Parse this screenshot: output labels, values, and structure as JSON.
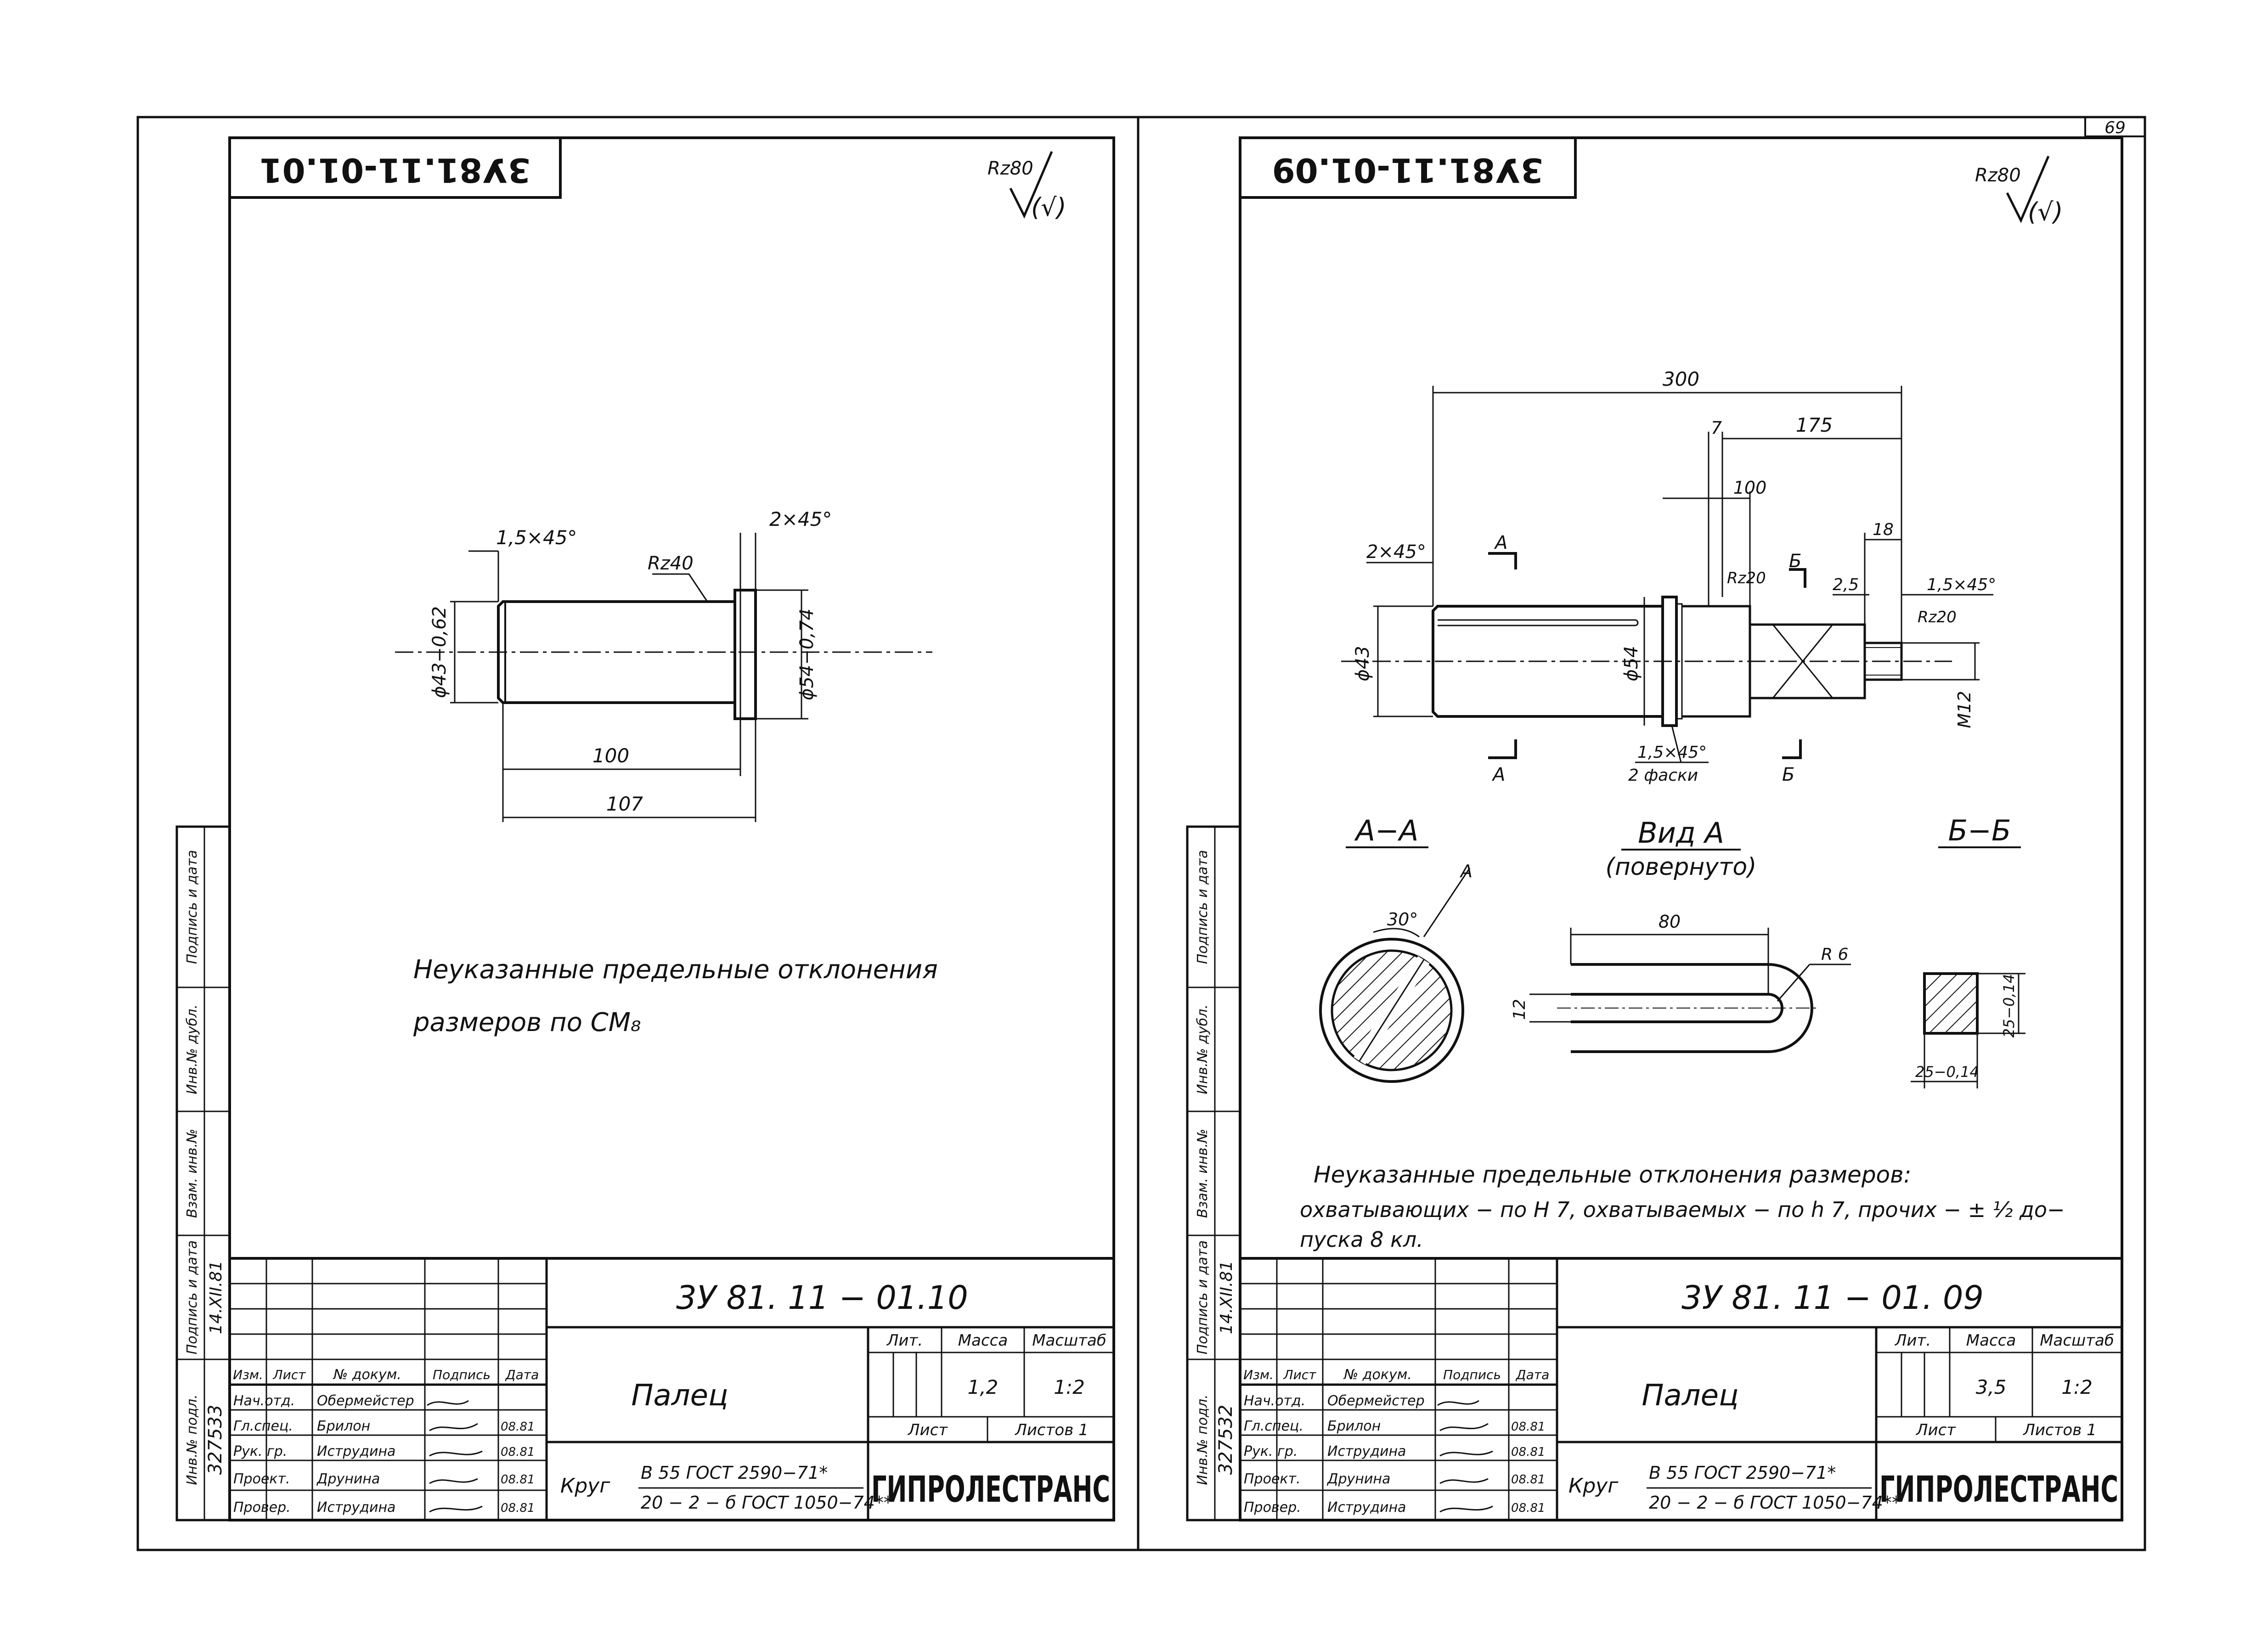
{
  "page_number": "69",
  "left_sheet": {
    "rotated_code": "3У81.11-01.01",
    "roughness_main": "Rz80",
    "roughness_paren": "(√)",
    "dim_chamfer_left": "1,5×45°",
    "dim_chamfer_right": "2×45°",
    "roughness_local": "Rz40",
    "dim_diam_small": "ϕ43−0,62",
    "dim_diam_big": "ϕ54−0,74",
    "dim_len_100": "100",
    "dim_len_107": "107",
    "note_line1": "Неуказанные   предельные   отклонения",
    "note_line2": "размеров   по   СМ₈",
    "drawing_number": "3У 81. 11 − 01.10",
    "part_name": "Палец",
    "mass": "1,2",
    "scale": "1:2",
    "material_prefix": "Круг",
    "material_line1": "В 55 ГОСТ 2590−71*",
    "material_line2": "20 − 2 − б ГОСТ 1050−74**",
    "archive_number": "327533",
    "archive_date": "14.XII.81"
  },
  "right_sheet": {
    "rotated_code": "3У81.11-01.09",
    "roughness_main": "Rz80",
    "roughness_paren": "(√)",
    "dim_300": "300",
    "dim_7": "7",
    "dim_175": "175",
    "dim_100": "100",
    "dim_18": "18",
    "dim_chamfer_2x45": "2×45°",
    "dim_2_5": "2,5",
    "dim_chamfer_15x45": "1,5×45°",
    "roughness_rz20_a": "Rz20",
    "roughness_rz20_b": "Rz20",
    "dim_diam_43": "ϕ43",
    "dim_diam_54": "ϕ54",
    "dim_m12": "М12",
    "dim_chamfer_bottom": "1,5×45°",
    "dim_chamfer_bottom2": "2 фаски",
    "section_letter_a": "А",
    "section_letter_b": "Б",
    "section_aa": "А−А",
    "view_a": "Вид  А",
    "view_a_sub": "(повернуто)",
    "section_bb": "Б−Б",
    "dim_30deg": "30°",
    "dim_80": "80",
    "dim_r6": "R 6",
    "dim_12": "12",
    "dim_25_v": "25−0,14",
    "dim_25_h": "25−0,14",
    "note_line1": "Неуказанные   предельные   отклонения   размеров:",
    "note_line2": "охватывающих − по Н 7,  охватываемых − по h 7,  прочих − ± ½  до−",
    "note_line3": "пуска   8 кл.",
    "drawing_number": "3У 81. 11 − 01. 09",
    "part_name": "Палец",
    "mass": "3,5",
    "scale": "1:2",
    "material_prefix": "Круг",
    "material_line1": "В 55 ГОСТ 2590−71*",
    "material_line2": "20 − 2 − б ГОСТ 1050−74**",
    "archive_number": "327532",
    "archive_date": "14.XII.81"
  },
  "title_block": {
    "col_izm": "Изм.",
    "col_list": "Лист",
    "col_doc": "№ докум.",
    "col_sign": "Подпись",
    "col_date": "Дата",
    "role1": "Нач.отд.",
    "name1": "Обермейстер",
    "role2": "Гл.спец.",
    "name2": "Брилон",
    "role3": "Рук. гр.",
    "name3": "Иструдина",
    "role4": "Проект.",
    "name4": "Друнина",
    "role5": "Провер.",
    "name5": "Иструдина",
    "date_a": "08.81",
    "date_b": "08.81",
    "date_c": "08.81",
    "date_d": "08.81",
    "lit": "Лит.",
    "massa": "Масса",
    "masshtab": "Масштаб",
    "list": "Лист",
    "listov": "Листов 1",
    "org": "ГИПРОЛЕСТРАНС"
  },
  "side_labels": {
    "inv_podl": "Инв.№ подл.",
    "podp_data": "Подпись и дата",
    "vzam_inv": "Взам. инв.№",
    "inv_dubl": "Инв.№ дубл.",
    "podp_data2": "Подпись и дата"
  }
}
